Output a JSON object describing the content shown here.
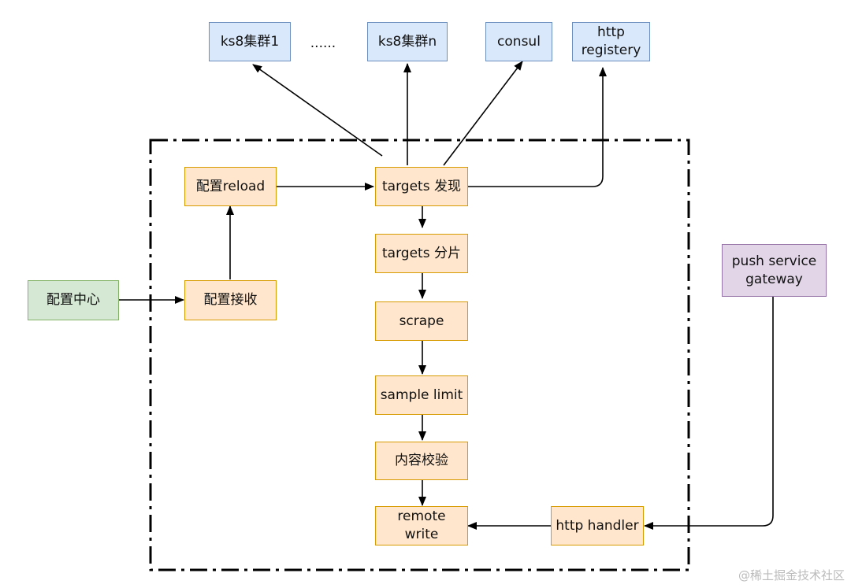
{
  "nodes": {
    "k8s_cluster_1": "ks8集群1",
    "ellipsis": "......",
    "k8s_cluster_n": "ks8集群n",
    "consul": "consul",
    "http_registry": "http\nregistery",
    "config_reload": "配置reload",
    "targets_discovery": "targets 发现",
    "targets_shard": "targets 分片",
    "scrape": "scrape",
    "sample_limit": "sample limit",
    "content_check": "内容校验",
    "remote_write": "remote\nwrite",
    "config_center": "配置中心",
    "config_receive": "配置接收",
    "push_gateway": "push service\ngateway",
    "http_handler": "http handler"
  },
  "watermark": "@稀土掘金技术社区",
  "colors": {
    "orange_fill": "#ffe6cc",
    "orange_stroke": "#d79b00",
    "blue_fill": "#dae8fc",
    "blue_stroke": "#6c8ebf",
    "green_fill": "#d5e8d4",
    "green_stroke": "#82b366",
    "purple_fill": "#e1d5e7",
    "purple_stroke": "#9673a6"
  }
}
